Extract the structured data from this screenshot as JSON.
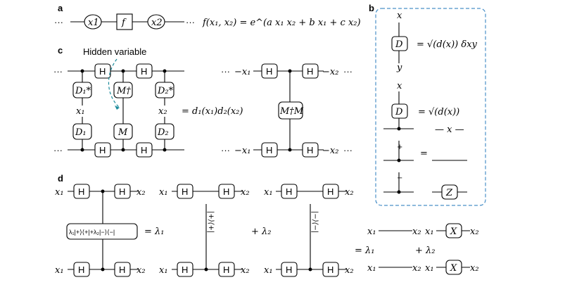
{
  "panels": {
    "a": "a",
    "b": "b",
    "c": "c",
    "d": "d"
  },
  "a": {
    "node_x1": "x1",
    "node_f": "f",
    "node_x2": "x2",
    "dots": "···",
    "formula": "f(x₁, x₂) = e^(a x₁ x₂ + b x₁ + c x₂)"
  },
  "b": {
    "x_label": "x",
    "y_label": "y",
    "D": "D",
    "eq1": "= √(d(x)) δxy",
    "eq2": "= √(d(x))",
    "eq2_rhs": "— x —",
    "plus": "+",
    "minus": "−",
    "eq3": "=",
    "Z": "Z"
  },
  "c": {
    "hidden_variable": "Hidden variable",
    "H": "H",
    "D1_star": "D₁*",
    "D2_star": "D₂*",
    "M_dag": "M†",
    "D1": "D₁",
    "D2": "D₂",
    "M": "M",
    "x1": "x₁",
    "x2": "x₂",
    "equals": "= d₁(x₁)d₂(x₂)",
    "MdagM": "M†M",
    "left_x1": "−x₁",
    "right_x2": "−x₂",
    "dots": "···"
  },
  "d": {
    "x1": "x₁",
    "x2": "x₂",
    "H": "H",
    "proj_gate": "λ₁|+⟩⟨+|+λ₂|−⟩⟨−|",
    "eq_lambda1": "= λ₁",
    "plus_lambda2": "+ λ₂",
    "eq_lambda1_b": "= λ₁",
    "plus_lambda2_b": "+ λ₂",
    "X": "X",
    "plus_ket": "|+⟩⟨+|",
    "minus_ket": "|−⟩⟨−|"
  },
  "colors": {
    "dashed_frame": "#4a90c8",
    "hidden_arrow": "#1a8a9a"
  }
}
